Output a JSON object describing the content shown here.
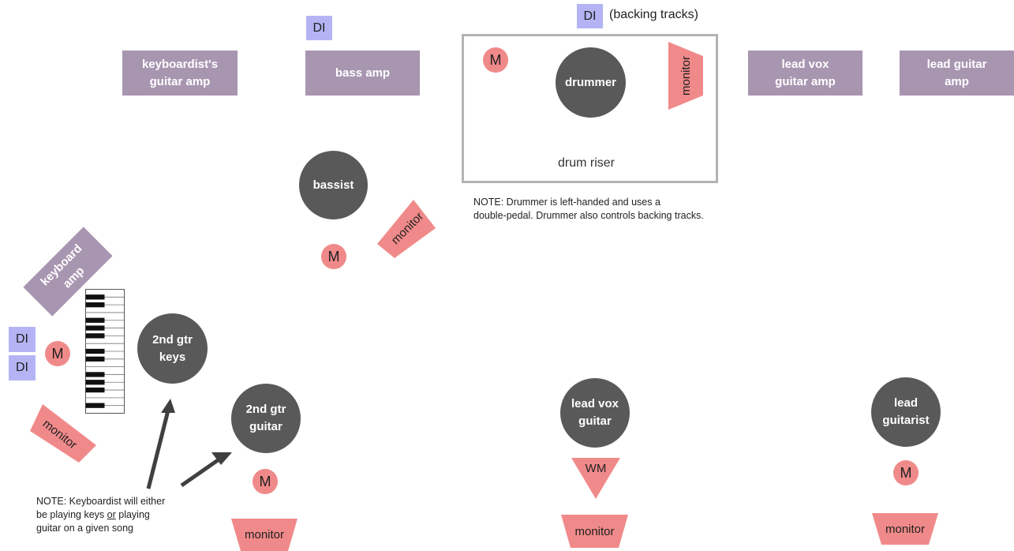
{
  "amps": {
    "keyboardist_guitar": "keyboardist's\nguitar  amp",
    "bass": "bass amp",
    "lead_vox_guitar": "lead vox\nguitar amp",
    "lead_guitar": "lead guitar\namp",
    "keyboard": "keyboard\namp"
  },
  "di": {
    "label": "DI",
    "backing_tracks": "(backing tracks)"
  },
  "mic_label": "M",
  "wm_label": "WM",
  "monitor_label": "monitor",
  "people": {
    "drummer": "drummer",
    "bassist": "bassist",
    "second_gtr_keys": "2nd gtr\nkeys",
    "second_gtr_guitar": "2nd gtr\nguitar",
    "lead_vox_guitar": "lead vox\nguitar",
    "lead_guitarist": "lead\nguitarist"
  },
  "drum_riser_label": "drum riser",
  "notes": {
    "drummer": "NOTE: Drummer is left-handed and uses a\ndouble-pedal. Drummer also controls backing tracks.",
    "keyboardist_line1": "NOTE: Keyboardist will either",
    "keyboardist_line2_a": "be playing keys ",
    "keyboardist_line2_or": "or",
    "keyboardist_line2_b": " playing",
    "keyboardist_line3": "guitar on a given song"
  },
  "colors": {
    "amp": "#a895b0",
    "person": "#595959",
    "di": "#b4b4f5",
    "mic_monitor": "#f08a8a",
    "riser_border": "#b3b3b3"
  }
}
